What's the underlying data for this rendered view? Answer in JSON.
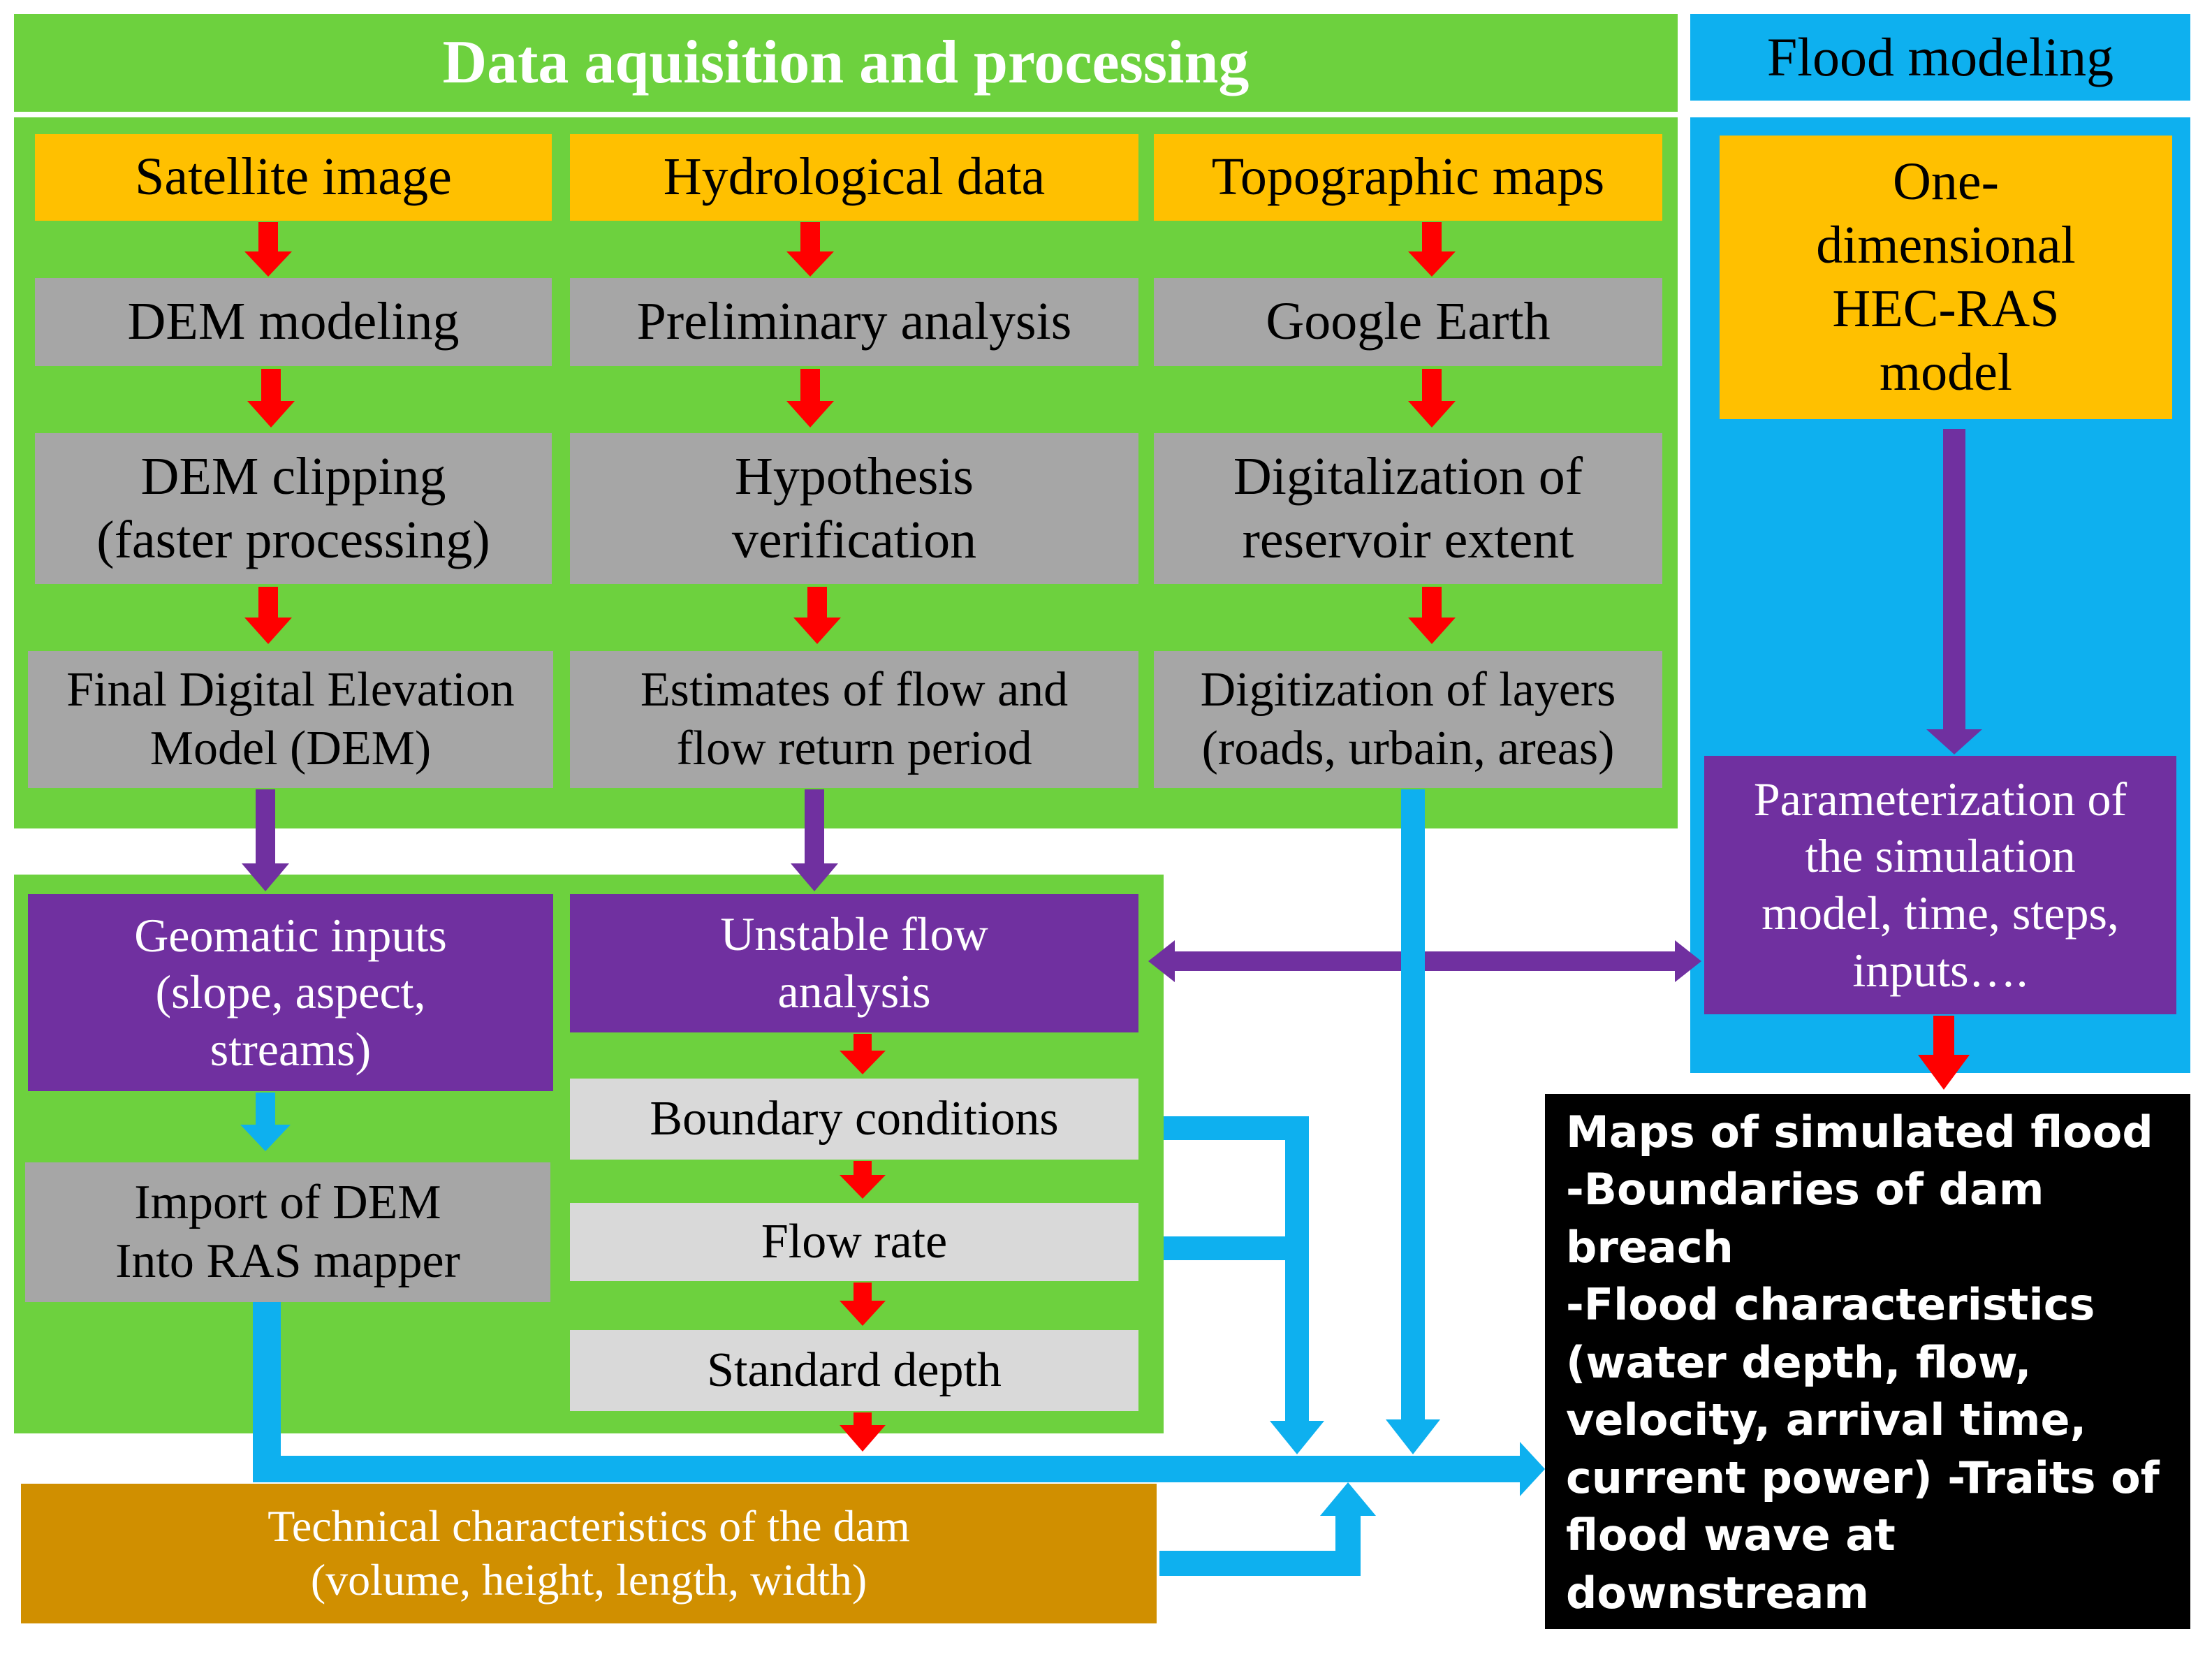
{
  "headers": {
    "data_acquisition": "Data aquisition and processing",
    "flood_modeling": "Flood modeling"
  },
  "columns": {
    "satellite": {
      "source": "Satellite image",
      "step1": "DEM modeling",
      "step2": "DEM clipping\n(faster processing)",
      "step3": "Final Digital Elevation\nModel (DEM)"
    },
    "hydrological": {
      "source": "Hydrological  data",
      "step1": "Preliminary  analysis",
      "step2": "Hypothesis\nverification",
      "step3": "Estimates of flow and\nflow return period"
    },
    "topographic": {
      "source": "Topographic  maps",
      "step1": "Google Earth",
      "step2": "Digitalization  of\nreservoir  extent",
      "step3": "Digitization of layers\n(roads, urbain, areas)"
    }
  },
  "flood_model": {
    "model": "One-\ndimensional\nHEC-RAS\nmodel",
    "parameterization": "Parameterization of\nthe simulation\nmodel, time, steps,\ninputs…."
  },
  "processing": {
    "geomatic": "Geomatic inputs\n(slope, aspect,\nstreams)",
    "import_dem": "Import of DEM\nInto RAS mapper",
    "unstable_flow": "Unstable flow\nanalysis",
    "boundary": "Boundary conditions",
    "flow_rate": "Flow rate",
    "standard_depth": "Standard depth"
  },
  "dam": {
    "label": "Technical characteristics of the dam\n(volume, height, length, width)"
  },
  "output": {
    "label": "Maps of simulated flood\n-Boundaries of dam\nbreach\n-Flood characteristics\n(water depth, flow,\nvelocity, arrival time,\ncurrent power) -Traits of\nflood wave at downstream\nzones at risk"
  },
  "colors": {
    "green": "#6dd13e",
    "blue": "#0eb0ef",
    "yellow": "#ffc000",
    "gray": "#a6a6a6",
    "light_gray": "#d9d9d9",
    "purple": "#7030a0",
    "brown": "#d08f00",
    "red_arrow": "#ff0000",
    "output_bg": "#000000"
  }
}
